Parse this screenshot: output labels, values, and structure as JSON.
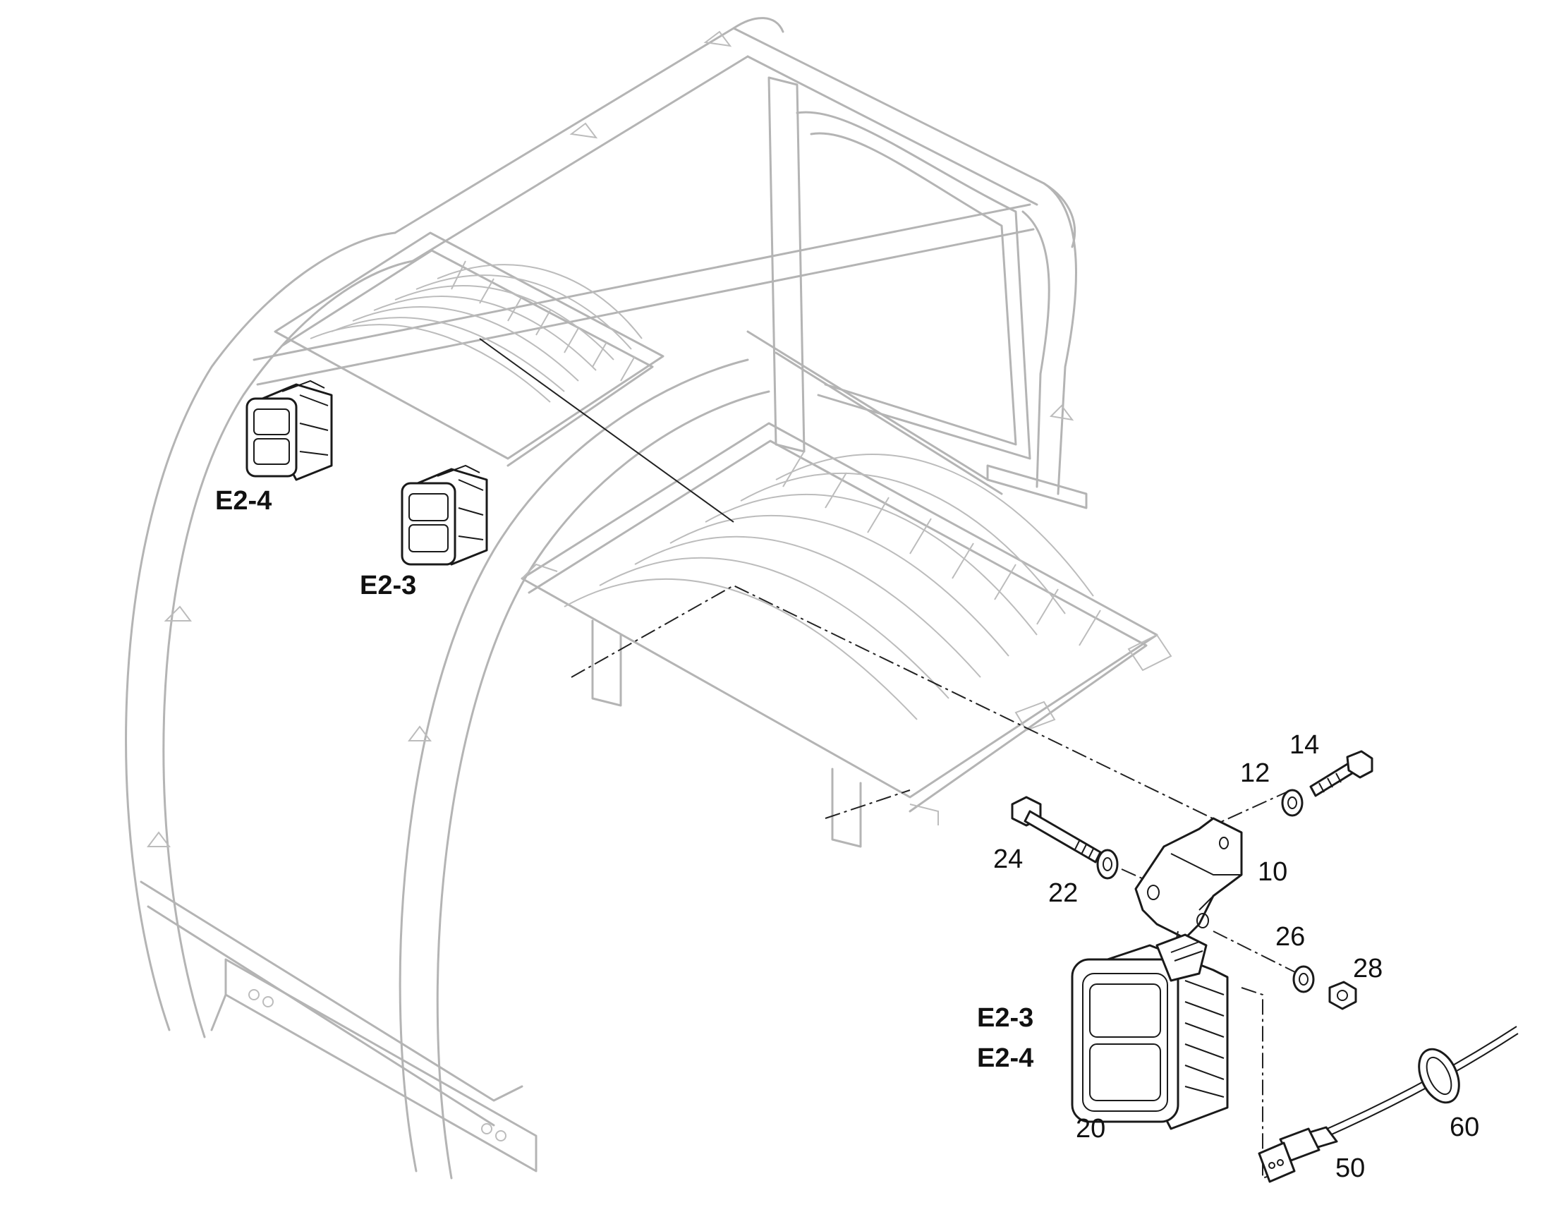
{
  "callouts": {
    "e2_4_top": "E2-4",
    "e2_3_top": "E2-3",
    "p14": "14",
    "p12": "12",
    "p24": "24",
    "p22": "22",
    "p10": "10",
    "p26": "26",
    "p28": "28",
    "e2_3_detail": "E2-3",
    "e2_4_detail": "E2-4",
    "p20": "20",
    "p60": "60",
    "p50": "50"
  }
}
